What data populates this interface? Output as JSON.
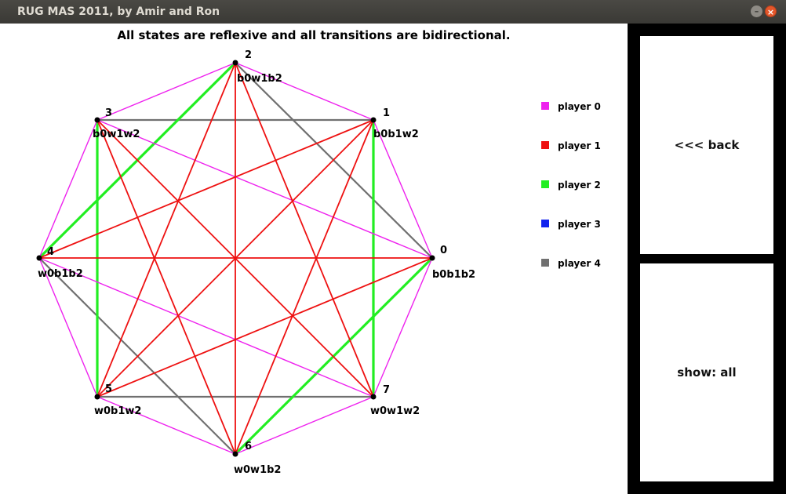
{
  "window": {
    "title": "RUG MAS 2011, by Amir and Ron"
  },
  "graph": {
    "caption": "All states are reflexive and all transitions are bidirectional.",
    "nodes": [
      {
        "id": "0",
        "label": "b0b1b2"
      },
      {
        "id": "1",
        "label": "b0b1w2"
      },
      {
        "id": "2",
        "label": "b0w1b2"
      },
      {
        "id": "3",
        "label": "b0w1w2"
      },
      {
        "id": "4",
        "label": "w0b1b2"
      },
      {
        "id": "5",
        "label": "w0b1w2"
      },
      {
        "id": "6",
        "label": "w0w1b2"
      },
      {
        "id": "7",
        "label": "w0w1w2"
      }
    ],
    "edges": [
      {
        "a": "0",
        "b": "2",
        "player": 4
      },
      {
        "a": "1",
        "b": "3",
        "player": 4
      },
      {
        "a": "4",
        "b": "6",
        "player": 4
      },
      {
        "a": "5",
        "b": "7",
        "player": 4
      },
      {
        "a": "0",
        "b": "1",
        "player": 0
      },
      {
        "a": "1",
        "b": "2",
        "player": 0
      },
      {
        "a": "2",
        "b": "3",
        "player": 0
      },
      {
        "a": "3",
        "b": "4",
        "player": 0
      },
      {
        "a": "4",
        "b": "5",
        "player": 0
      },
      {
        "a": "5",
        "b": "6",
        "player": 0
      },
      {
        "a": "6",
        "b": "7",
        "player": 0
      },
      {
        "a": "7",
        "b": "0",
        "player": 0
      },
      {
        "a": "0",
        "b": "3",
        "player": 0
      },
      {
        "a": "4",
        "b": "7",
        "player": 0
      },
      {
        "a": "2",
        "b": "4",
        "player": 2
      },
      {
        "a": "0",
        "b": "6",
        "player": 2
      },
      {
        "a": "3",
        "b": "5",
        "player": 2
      },
      {
        "a": "1",
        "b": "7",
        "player": 2
      },
      {
        "a": "2",
        "b": "6",
        "player": 1
      },
      {
        "a": "0",
        "b": "4",
        "player": 1
      },
      {
        "a": "1",
        "b": "4",
        "player": 1
      },
      {
        "a": "0",
        "b": "5",
        "player": 1
      },
      {
        "a": "1",
        "b": "5",
        "player": 1
      },
      {
        "a": "3",
        "b": "7",
        "player": 1
      },
      {
        "a": "2",
        "b": "7",
        "player": 1
      },
      {
        "a": "3",
        "b": "6",
        "player": 1
      },
      {
        "a": "1",
        "b": "6",
        "player": 1
      },
      {
        "a": "2",
        "b": "5",
        "player": 1
      }
    ]
  },
  "legend": [
    {
      "label": "player 0",
      "color": "#ee22ee"
    },
    {
      "label": "player 1",
      "color": "#ee1111"
    },
    {
      "label": "player 2",
      "color": "#22ee22"
    },
    {
      "label": "player 3",
      "color": "#1122ee"
    },
    {
      "label": "player 4",
      "color": "#707070"
    }
  ],
  "buttons": {
    "back": "<<< back",
    "show": "show: all"
  }
}
